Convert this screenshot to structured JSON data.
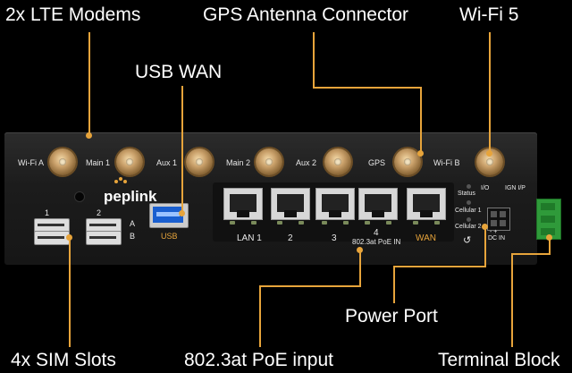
{
  "callouts": {
    "lte_modems": "2x LTE Modems",
    "gps_connector": "GPS Antenna Connector",
    "wifi": "Wi-Fi 5",
    "usb_wan": "USB WAN",
    "power_port": "Power Port",
    "sim_slots": "4x SIM Slots",
    "poe_input": "802.3at PoE input",
    "terminal_block": "Terminal Block"
  },
  "device": {
    "brand": "peplink",
    "antenna_labels": [
      "Wi-Fi A",
      "Main 1",
      "Aux 1",
      "Main 2",
      "Aux 2",
      "GPS",
      "Wi-Fi B"
    ],
    "sim_labels": [
      "1",
      "2"
    ],
    "sim_ab": [
      "A",
      "B"
    ],
    "usb_label": "USB",
    "lan_labels": [
      "LAN 1",
      "2",
      "3",
      "4"
    ],
    "poe_label": "802.3at PoE IN",
    "wan_label": "WAN",
    "status_labels": [
      "Status",
      "Cellular 1",
      "Cellular 2"
    ],
    "io_label": "I/O",
    "ign_label": "IGN I/P",
    "dc_polarity": "- +",
    "dc_label": "DC IN",
    "reset_symbol": "↺"
  },
  "colors": {
    "accent": "#e7a43b",
    "wan": "#e7a43b",
    "usb": "#e7a43b",
    "terminal": "#2f9a3a"
  }
}
